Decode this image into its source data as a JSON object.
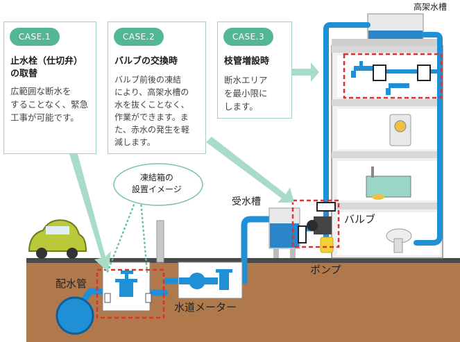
{
  "cases": [
    {
      "badge": "CASE.1",
      "title": "止水栓（仕切弁）\nの取替",
      "body": "広範囲な断水を\nすることなく、緊急\n工事が可能です。"
    },
    {
      "badge": "CASE.2",
      "title": "バルブの交換時",
      "body": "バルブ前後の凍結\nにより、高架水槽の\n水を抜くことなく、\n作業ができます。ま\nた、赤水の発生を軽\n減します。"
    },
    {
      "badge": "CASE.3",
      "title": "枝管増設時",
      "body": "断水エリア\nを最小限に\nします。"
    }
  ],
  "labels": {
    "elevated_tank": "高架水槽",
    "freezer_box_image": "凍結箱の\n設置イメージ",
    "receiving_tank": "受水槽",
    "valve": "バルブ",
    "pump": "ポンプ",
    "distribution_pipe": "配水管",
    "water_meter": "水道メーター"
  },
  "colors": {
    "accent_green": "#52b792",
    "pipe_blue": "#1f8fd6",
    "soil_brown": "#b0794c",
    "highlight_red": "#e0302e"
  }
}
